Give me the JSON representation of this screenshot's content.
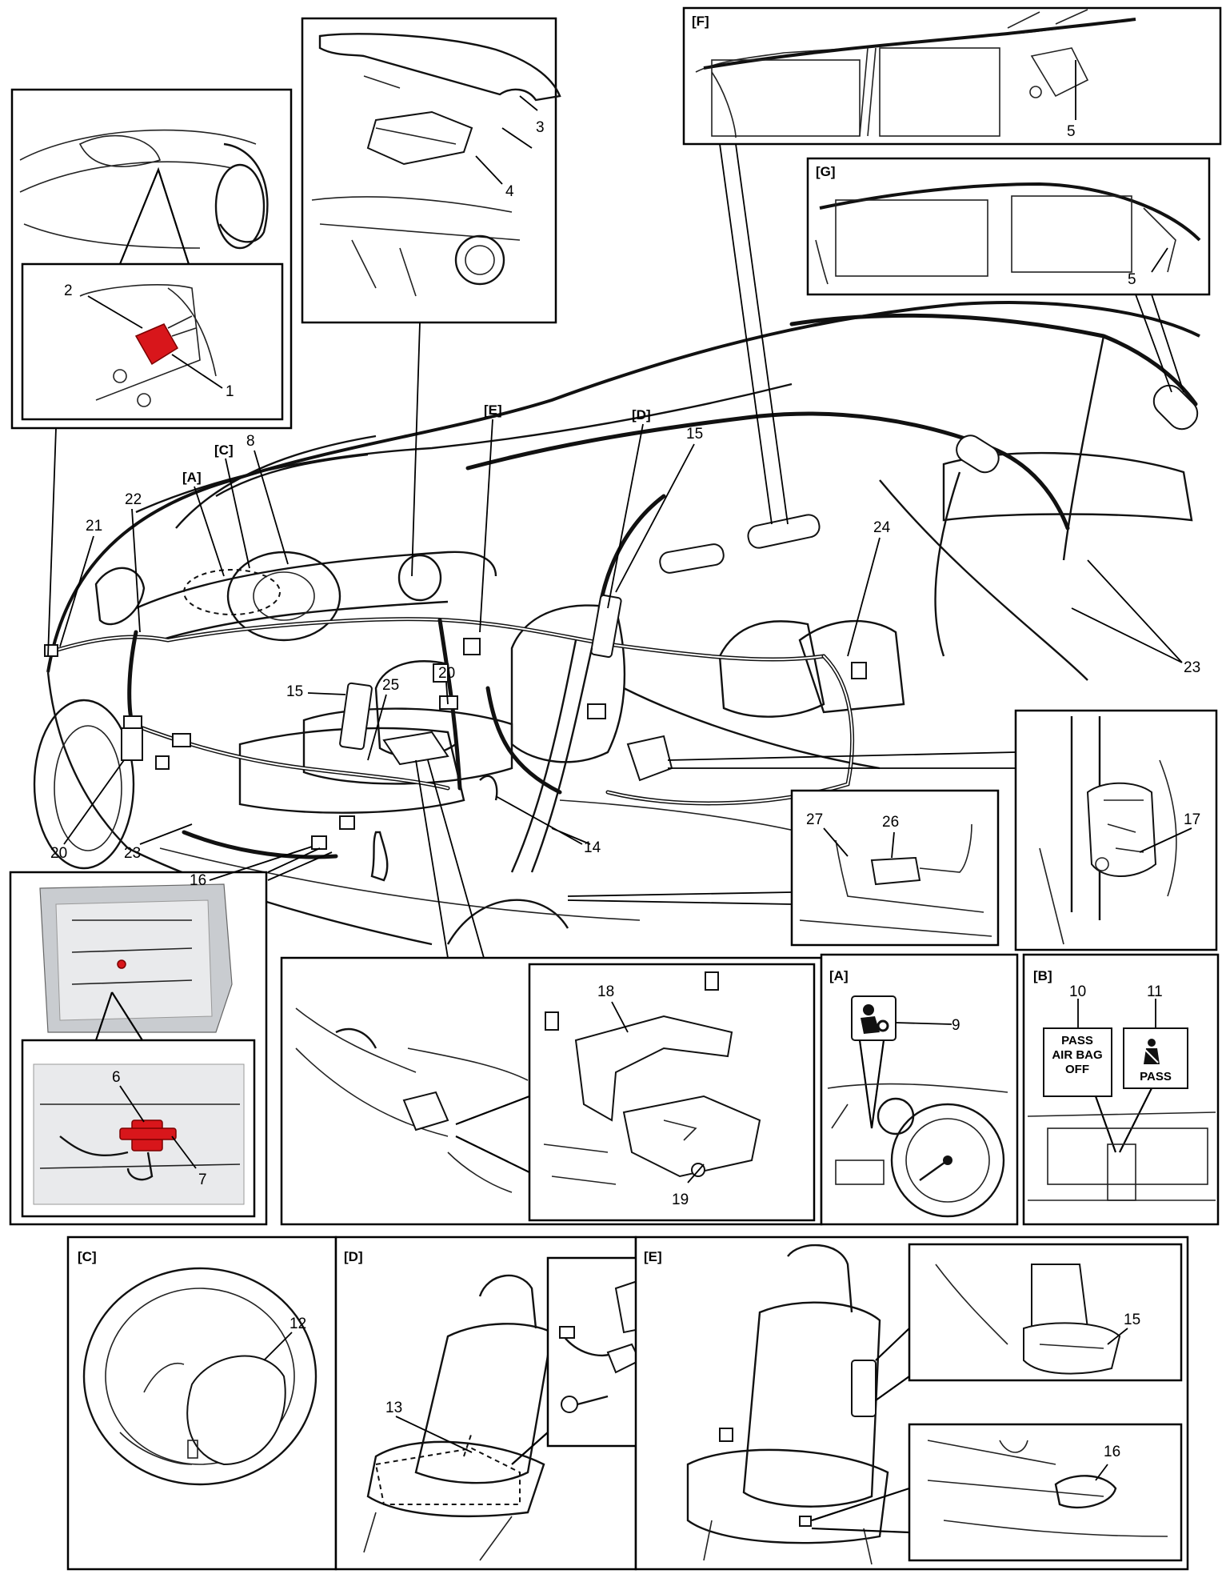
{
  "callout_numbers": {
    "n1": "1",
    "n2": "2",
    "n3": "3",
    "n4": "4",
    "n5": "5",
    "n6": "6",
    "n7": "7",
    "n8": "8",
    "n9": "9",
    "n10": "10",
    "n11": "11",
    "n12": "12",
    "n13": "13",
    "n14": "14",
    "n15": "15",
    "n16": "16",
    "n17": "17",
    "n18": "18",
    "n19": "19",
    "n20": "20",
    "n21": "21",
    "n22": "22",
    "n23": "23",
    "n24": "24",
    "n25": "25",
    "n26": "26",
    "n27": "27"
  },
  "view_tags": {
    "a": "[A]",
    "b": "[B]",
    "c": "[C]",
    "d": "[D]",
    "e": "[E]",
    "f": "[F]",
    "g": "[G]"
  },
  "indicator_b": {
    "pass_off_line1": "PASS",
    "pass_off_line2": "AIR BAG",
    "pass_off_line3": "OFF",
    "seatbelt_label": "PASS"
  },
  "icons": [
    "airbag-warning-icon",
    "seatbelt-reminder-icon"
  ],
  "colors": {
    "sensor_highlight": "#d8161b",
    "line": "#111111",
    "background": "#ffffff"
  }
}
